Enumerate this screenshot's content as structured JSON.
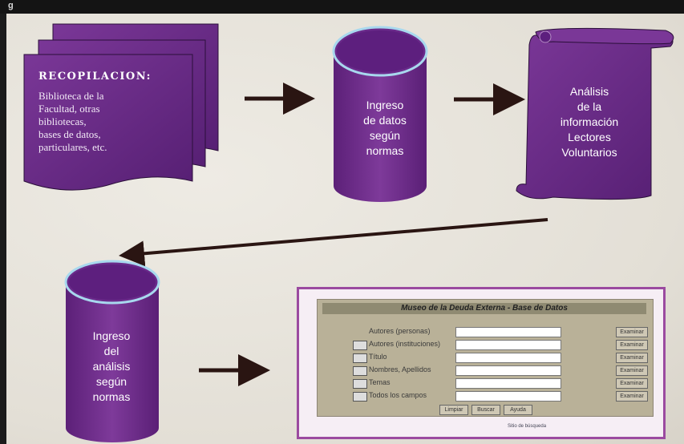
{
  "header": {
    "label": "g"
  },
  "recopilacion": {
    "title": "RECOPILACION:",
    "lines": [
      "Biblioteca de la",
      "Facultad, otras",
      "bibliotecas,",
      "bases de datos,",
      "particulares, etc."
    ]
  },
  "ingreso_datos": {
    "lines": [
      "Ingreso",
      "de datos",
      "según",
      "normas"
    ]
  },
  "analisis": {
    "lines": [
      "Análisis",
      "de la",
      "información",
      "Lectores",
      "Voluntarios"
    ]
  },
  "ingreso_analisis": {
    "lines": [
      "Ingreso",
      "del",
      "análisis",
      "según",
      "normas"
    ]
  },
  "form": {
    "title": "Museo de la Deuda Externa - Base de Datos",
    "rows": [
      {
        "label": "Autores (personas)",
        "button": "Examinar"
      },
      {
        "label": "Autores (instituciones)",
        "button": "Examinar"
      },
      {
        "label": "Título",
        "button": "Examinar"
      },
      {
        "label": "Nombres, Apellidos",
        "button": "Examinar"
      },
      {
        "label": "Temas",
        "button": "Examinar"
      },
      {
        "label": "Todos los campos",
        "button": "Examinar"
      }
    ],
    "buttons": [
      "Limpiar",
      "Buscar",
      "Ayuda"
    ],
    "footer": "Sitio de búsqueda"
  },
  "colors": {
    "purple": "#6a2a8a",
    "purple_light": "#9a52b0",
    "arrow": "#2a1512",
    "rim": "#7fd0f0"
  }
}
